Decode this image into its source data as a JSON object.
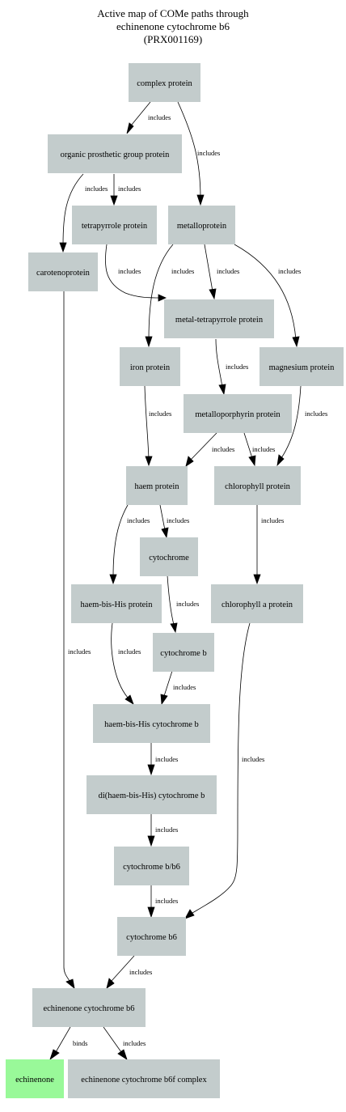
{
  "title": {
    "line1": "Active map of COMe paths through",
    "line2": "echinenone cytochrome b6",
    "line3": "(PRX001169)"
  },
  "colors": {
    "node_fill": "#c3cccc",
    "highlight_fill": "#99f999",
    "edge": "#000000"
  },
  "nodes": {
    "complex_protein": "complex protein",
    "organic_prosthetic_group_protein": "organic prosthetic group protein",
    "tetrapyrrole_protein": "tetrapyrrole protein",
    "metalloprotein": "metalloprotein",
    "carotenoprotein": "carotenoprotein",
    "metal_tetrapyrrole_protein": "metal-tetrapyrrole protein",
    "iron_protein": "iron protein",
    "magnesium_protein": "magnesium protein",
    "metalloporphyrin_protein": "metalloporphyrin protein",
    "haem_protein": "haem protein",
    "chlorophyll_protein": "chlorophyll protein",
    "cytochrome": "cytochrome",
    "haem_bis_his_protein": "haem-bis-His protein",
    "chlorophyll_a_protein": "chlorophyll a protein",
    "cytochrome_b": "cytochrome b",
    "haem_bis_his_cytochrome_b": "haem-bis-His cytochrome b",
    "di_haem_bis_his_cytochrome_b": "di(haem-bis-His) cytochrome b",
    "cytochrome_b_b6": "cytochrome b/b6",
    "cytochrome_b6": "cytochrome b6",
    "echinenone_cytochrome_b6": "echinenone cytochrome b6",
    "echinenone": "echinenone",
    "echinenone_cytochrome_b6f_complex": "echinenone cytochrome b6f complex"
  },
  "edges": {
    "e1": "includes",
    "e2": "includes",
    "e3": "includes",
    "e4": "includes",
    "e5": "includes",
    "e6": "includes",
    "e7": "includes",
    "e8": "includes",
    "e9": "includes",
    "e10": "includes",
    "e11": "includes",
    "e12": "includes",
    "e13": "includes",
    "e14": "includes",
    "e15": "includes",
    "e16": "includes",
    "e17": "includes",
    "e18": "includes",
    "e19": "includes",
    "e20": "includes",
    "e21": "includes",
    "e22": "includes",
    "e23": "includes",
    "e24": "includes",
    "e25": "includes",
    "e26": "binds",
    "e27": "includes"
  }
}
